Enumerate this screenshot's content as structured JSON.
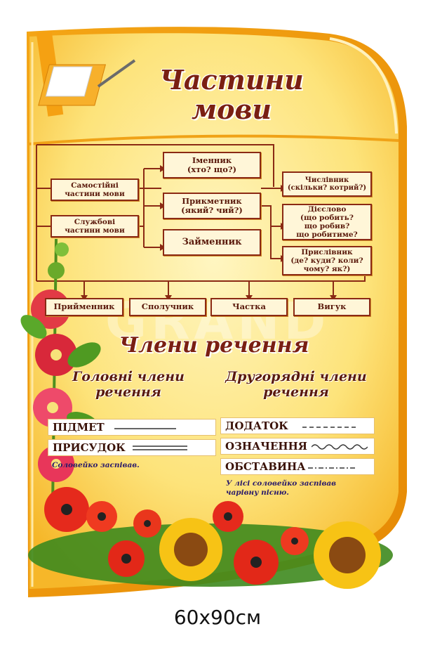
{
  "title": {
    "line1": "Частини",
    "line2": "мови"
  },
  "diagram": {
    "independent": {
      "line1": "Самостійні",
      "line2": "частини мови"
    },
    "auxiliary": {
      "line1": "Службові",
      "line2": "частини мови"
    },
    "noun": {
      "line1": "Іменник",
      "line2": "(хто? що?)"
    },
    "adjective": {
      "line1": "Прикметник",
      "line2": "(який? чий?)"
    },
    "pronoun": {
      "line1": "Займенник"
    },
    "numeral": {
      "line1": "Числівник",
      "line2": "(скільки? котрий?)"
    },
    "verb": {
      "line1": "Дієслово",
      "line2": "(що робить?",
      "line3": "що робив?",
      "line4": "що робитиме?"
    },
    "adverb": {
      "line1": "Прислівник",
      "line2": "(де? куди? коли?",
      "line3": "чому? як?)"
    },
    "preposition": "Прийменник",
    "conjunction": "Сполучник",
    "particle": "Частка",
    "interjection": "Вигук"
  },
  "sentence_title": "Члени речення",
  "main_members": {
    "line1": "Головні члени",
    "line2": "речення"
  },
  "secondary_members": {
    "line1": "Другорядні члени",
    "line2": "речення"
  },
  "terms": {
    "subject": "ПІДМЕТ",
    "predicate": "ПРИСУДОК",
    "object": "ДОДАТОК",
    "attribute": "ОЗНАЧЕННЯ",
    "adverbial": "ОБСТАВИНА"
  },
  "example_main": "Соловейко заспівав.",
  "example_secondary": {
    "line1": "У лісі соловейко заспівав",
    "line2": "чарівну пісню."
  },
  "watermark": "GRAND",
  "size_caption": "60x90см",
  "colors": {
    "frame": "#e79a10",
    "panel": "#fbe27a",
    "box_border": "#8b2a14",
    "title": "#7a1f12"
  }
}
